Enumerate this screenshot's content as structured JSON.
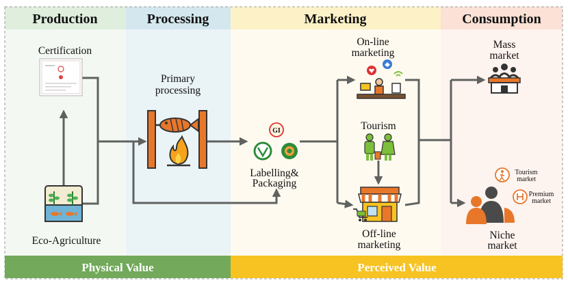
{
  "stages": {
    "production": "Production",
    "processing": "Processing",
    "marketing": "Marketing",
    "consumption": "Consumption"
  },
  "nodes": {
    "certification": "Certification",
    "eco_agriculture": "Eco-Agriculture",
    "primary_processing": [
      "Primary",
      "processing"
    ],
    "labelling": [
      "Labelling&",
      "Packaging"
    ],
    "online_marketing": [
      "On-line",
      "marketing"
    ],
    "tourism": "Tourism",
    "offline_marketing": [
      "Off-line",
      "marketing"
    ],
    "mass_market": [
      "Mass",
      "market"
    ],
    "niche_market": [
      "Niche",
      "market"
    ],
    "tourism_market": [
      "Tourism",
      "market"
    ],
    "premium_market": [
      "Premium",
      "market"
    ]
  },
  "value_bars": {
    "physical": "Physical Value",
    "perceived": "Perceived Value"
  },
  "colors": {
    "production_header": "#dfeedd",
    "production_body": "#f3f8f2",
    "processing_header": "#d4e7ee",
    "processing_body": "#eaf3f6",
    "marketing_header": "#fdf2c7",
    "marketing_body": "#fffaf0",
    "consumption_header": "#fbe1d6",
    "consumption_body": "#fdf3ef",
    "physical_bar": "#72a95a",
    "perceived_bar": "#f6c323",
    "arrow": "#5f625f",
    "icon_orange": "#e8772a"
  }
}
